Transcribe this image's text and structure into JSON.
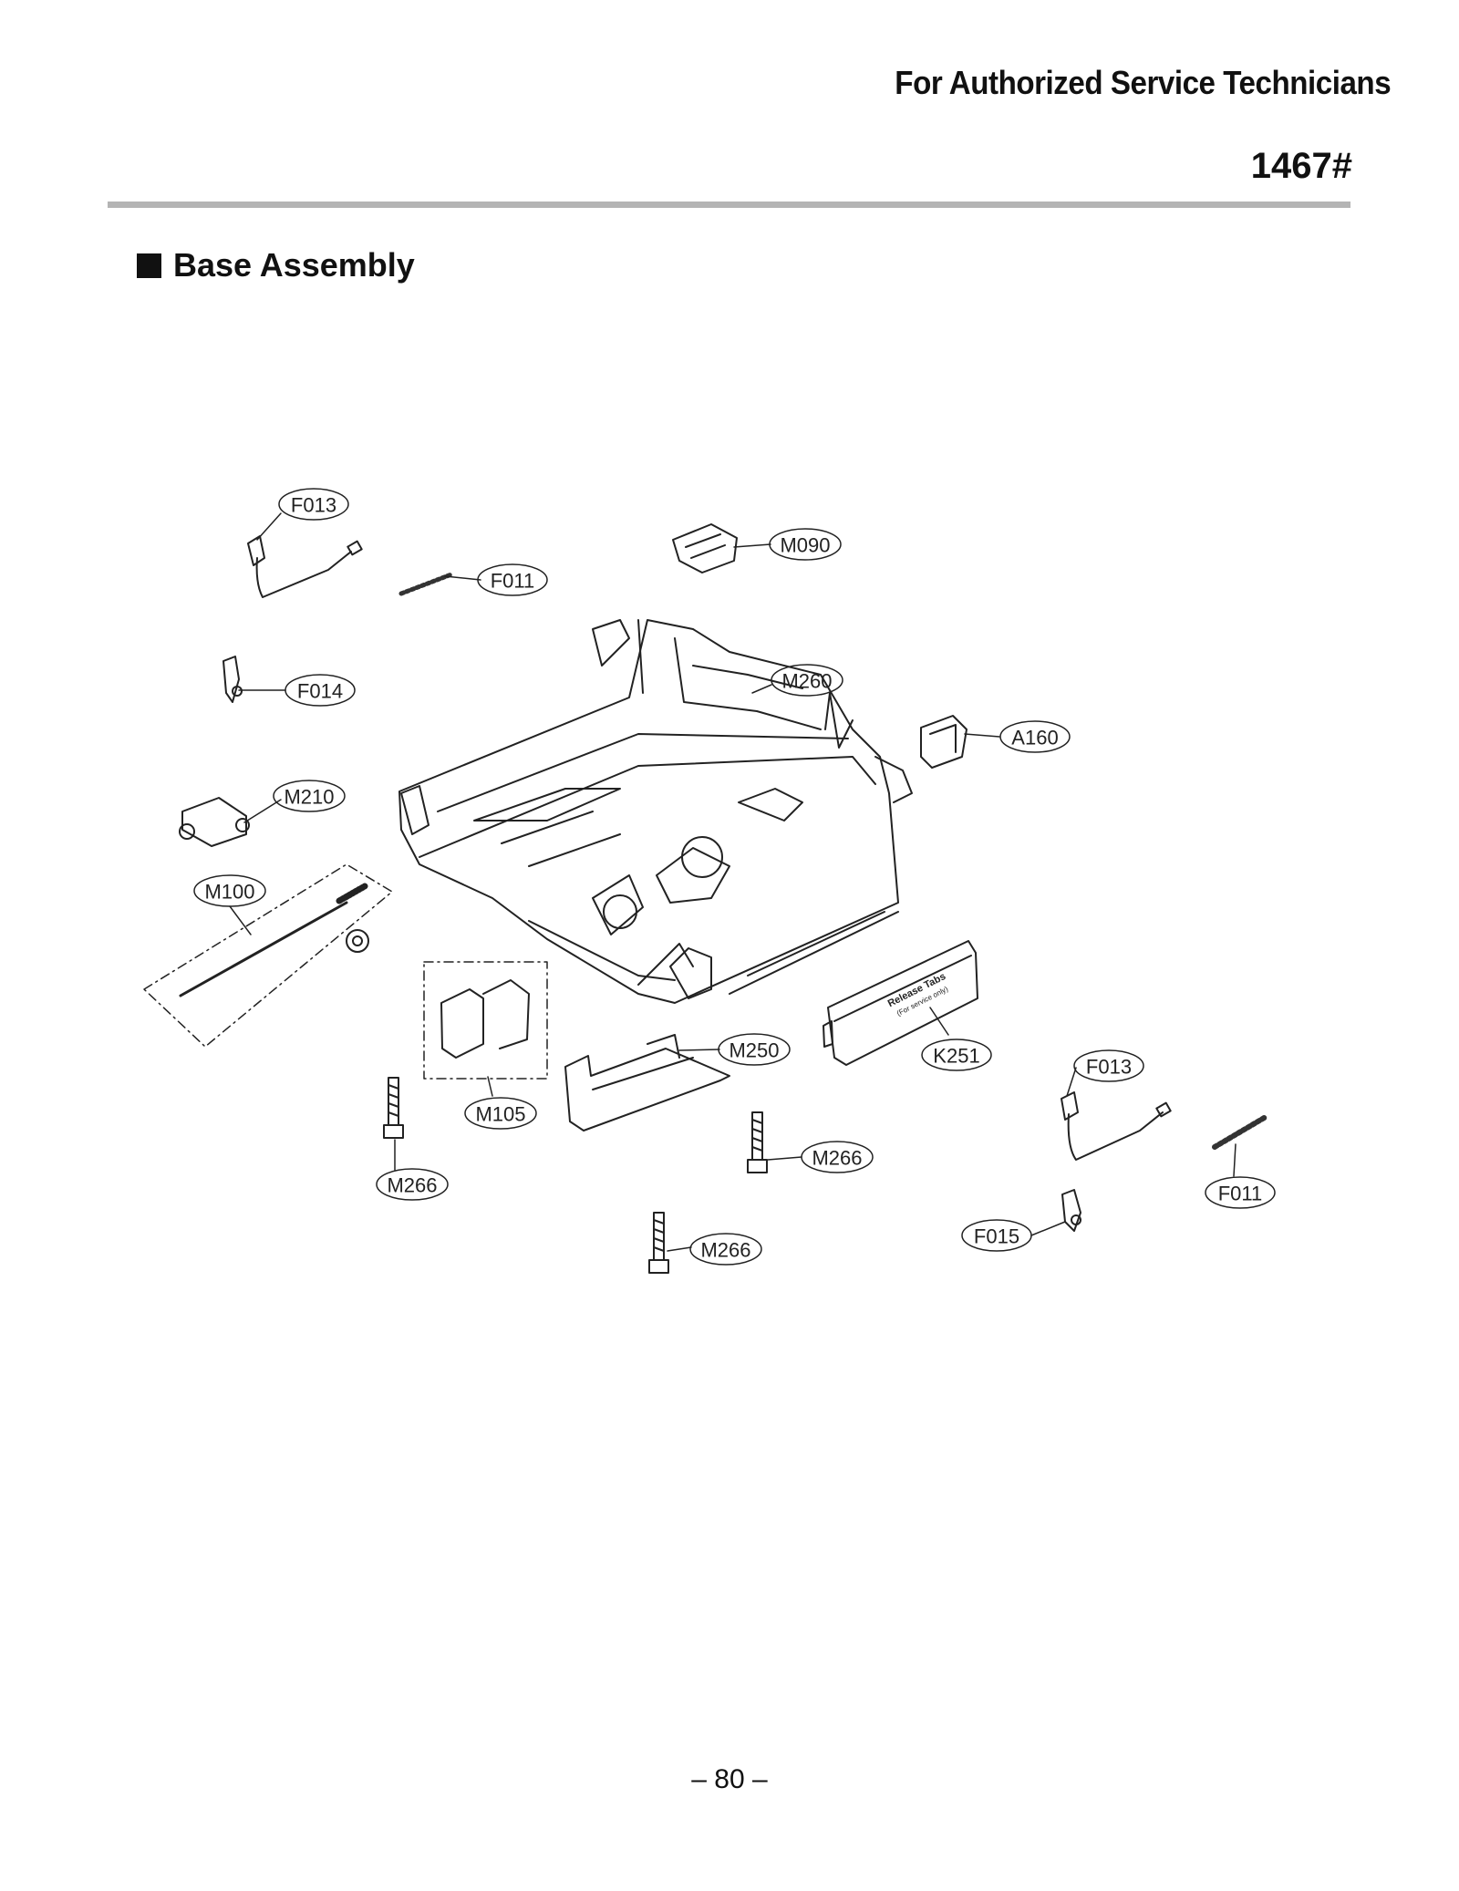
{
  "header": {
    "audience": "For Authorized Service Technicians",
    "model": "1467#"
  },
  "section": {
    "title": "Base Assembly"
  },
  "parts": [
    "F013",
    "F011",
    "M090",
    "F014",
    "M260",
    "A160",
    "M210",
    "M100",
    "M250",
    "K251",
    "F013",
    "M105",
    "M266",
    "M266",
    "F011",
    "M266",
    "F015"
  ],
  "release_tabs": {
    "line1": "Release Tabs",
    "line2": "(For service only)"
  },
  "footer": {
    "page": "– 80 –"
  }
}
